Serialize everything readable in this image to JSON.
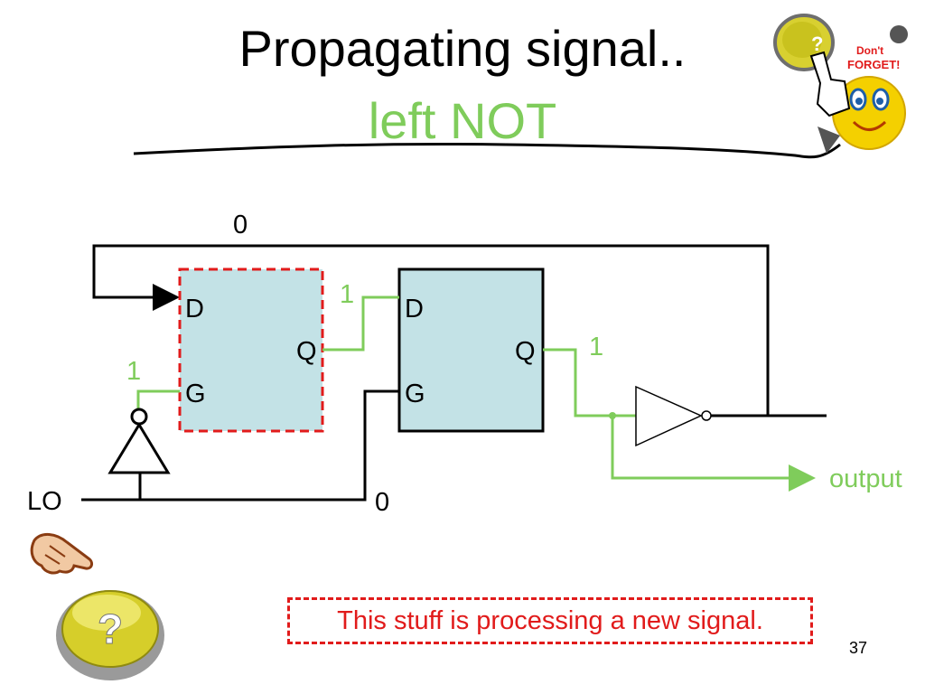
{
  "slide": {
    "title": "Propagating signal..",
    "subtitle": "left NOT",
    "note": "This stuff is processing a new signal.",
    "page_number": "37",
    "clipart_dont_forget": "Don't FORGET!",
    "clipart_question": "?"
  },
  "diagram": {
    "latch_left": {
      "d": "D",
      "q": "Q",
      "g": "G"
    },
    "latch_right": {
      "d": "D",
      "q": "Q",
      "g": "G"
    },
    "signals": {
      "feedback_top": "0",
      "left_q": "1",
      "left_g": "1",
      "right_q": "1",
      "lo_bus": "0"
    },
    "input_label": "LO",
    "output_label": "output"
  },
  "colors": {
    "accent_green": "#7fcc5b",
    "highlight_red": "#e11b1b",
    "latch_fill": "#c3e2e6",
    "wire": "#000000"
  }
}
